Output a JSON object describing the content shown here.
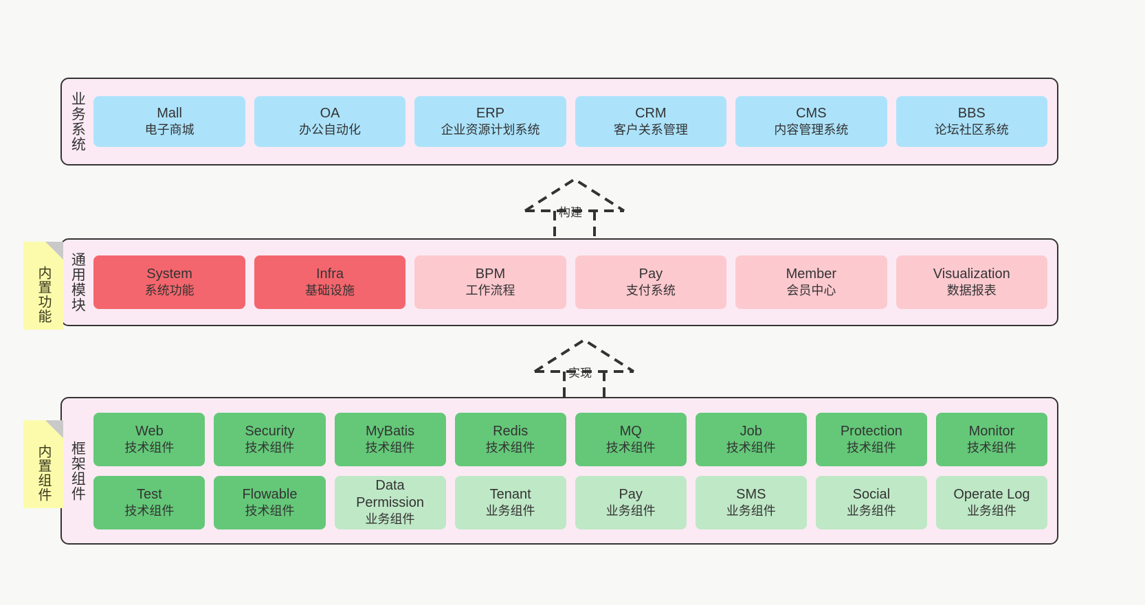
{
  "layers": [
    {
      "id": "business-systems",
      "label": "业务系统",
      "cards": [
        {
          "title": "Mall",
          "subtitle": "电子商城",
          "color": "#ace3fb",
          "style": "blue"
        },
        {
          "title": "OA",
          "subtitle": "办公自动化",
          "color": "#ace3fb",
          "style": "blue"
        },
        {
          "title": "ERP",
          "subtitle": "企业资源计划系统",
          "color": "#ace3fb",
          "style": "blue"
        },
        {
          "title": "CRM",
          "subtitle": "客户关系管理",
          "color": "#ace3fb",
          "style": "blue"
        },
        {
          "title": "CMS",
          "subtitle": "内容管理系统",
          "color": "#ace3fb",
          "style": "blue"
        },
        {
          "title": "BBS",
          "subtitle": "论坛社区系统",
          "color": "#ace3fb",
          "style": "blue"
        }
      ]
    },
    {
      "id": "common-modules",
      "label": "通用模块",
      "sticky": "内置功能",
      "cards": [
        {
          "title": "System",
          "subtitle": "系统功能",
          "color": "#f4666d",
          "style": "red"
        },
        {
          "title": "Infra",
          "subtitle": "基础设施",
          "color": "#f4666d",
          "style": "red"
        },
        {
          "title": "BPM",
          "subtitle": "工作流程",
          "color": "#fcc9cf",
          "style": "pink"
        },
        {
          "title": "Pay",
          "subtitle": "支付系统",
          "color": "#fcc9cf",
          "style": "pink"
        },
        {
          "title": "Member",
          "subtitle": "会员中心",
          "color": "#fcc9cf",
          "style": "pink"
        },
        {
          "title": "Visualization",
          "subtitle": "数据报表",
          "color": "#fcc9cf",
          "style": "pink"
        }
      ]
    },
    {
      "id": "framework-components",
      "label": "框架组件",
      "sticky": "内置组件",
      "rows": [
        [
          {
            "title": "Web",
            "subtitle": "技术组件",
            "color": "#64c878",
            "style": "green-dark"
          },
          {
            "title": "Security",
            "subtitle": "技术组件",
            "color": "#64c878",
            "style": "green-dark"
          },
          {
            "title": "MyBatis",
            "subtitle": "技术组件",
            "color": "#64c878",
            "style": "green-dark"
          },
          {
            "title": "Redis",
            "subtitle": "技术组件",
            "color": "#64c878",
            "style": "green-dark"
          },
          {
            "title": "MQ",
            "subtitle": "技术组件",
            "color": "#64c878",
            "style": "green-dark"
          },
          {
            "title": "Job",
            "subtitle": "技术组件",
            "color": "#64c878",
            "style": "green-dark"
          },
          {
            "title": "Protection",
            "subtitle": "技术组件",
            "color": "#64c878",
            "style": "green-dark"
          },
          {
            "title": "Monitor",
            "subtitle": "技术组件",
            "color": "#64c878",
            "style": "green-dark"
          }
        ],
        [
          {
            "title": "Test",
            "subtitle": "技术组件",
            "color": "#64c878",
            "style": "green-dark"
          },
          {
            "title": "Flowable",
            "subtitle": "技术组件",
            "color": "#64c878",
            "style": "green-dark"
          },
          {
            "title": "Data Permission",
            "subtitle": "业务组件",
            "color": "#bfe8c6",
            "style": "green-light"
          },
          {
            "title": "Tenant",
            "subtitle": "业务组件",
            "color": "#bfe8c6",
            "style": "green-light"
          },
          {
            "title": "Pay",
            "subtitle": "业务组件",
            "color": "#bfe8c6",
            "style": "green-light"
          },
          {
            "title": "SMS",
            "subtitle": "业务组件",
            "color": "#bfe8c6",
            "style": "green-light"
          },
          {
            "title": "Social",
            "subtitle": "业务组件",
            "color": "#bfe8c6",
            "style": "green-light"
          },
          {
            "title": "Operate Log",
            "subtitle": "业务组件",
            "color": "#bfe8c6",
            "style": "green-light"
          }
        ]
      ]
    }
  ],
  "connectors": [
    {
      "id": "build",
      "label": "构建"
    },
    {
      "id": "implement",
      "label": "实现"
    }
  ],
  "colors": {
    "band_background": "#fbeaf4",
    "band_border": "#333333",
    "sticky_background": "#fcfbab",
    "sticky_fold": "#c9c9c9",
    "canvas_background": "#f8f8f6",
    "blue": "#ace3fb",
    "red": "#f4666d",
    "pink": "#fcc9cf",
    "green_dark": "#64c878",
    "green_light": "#bfe8c6"
  }
}
